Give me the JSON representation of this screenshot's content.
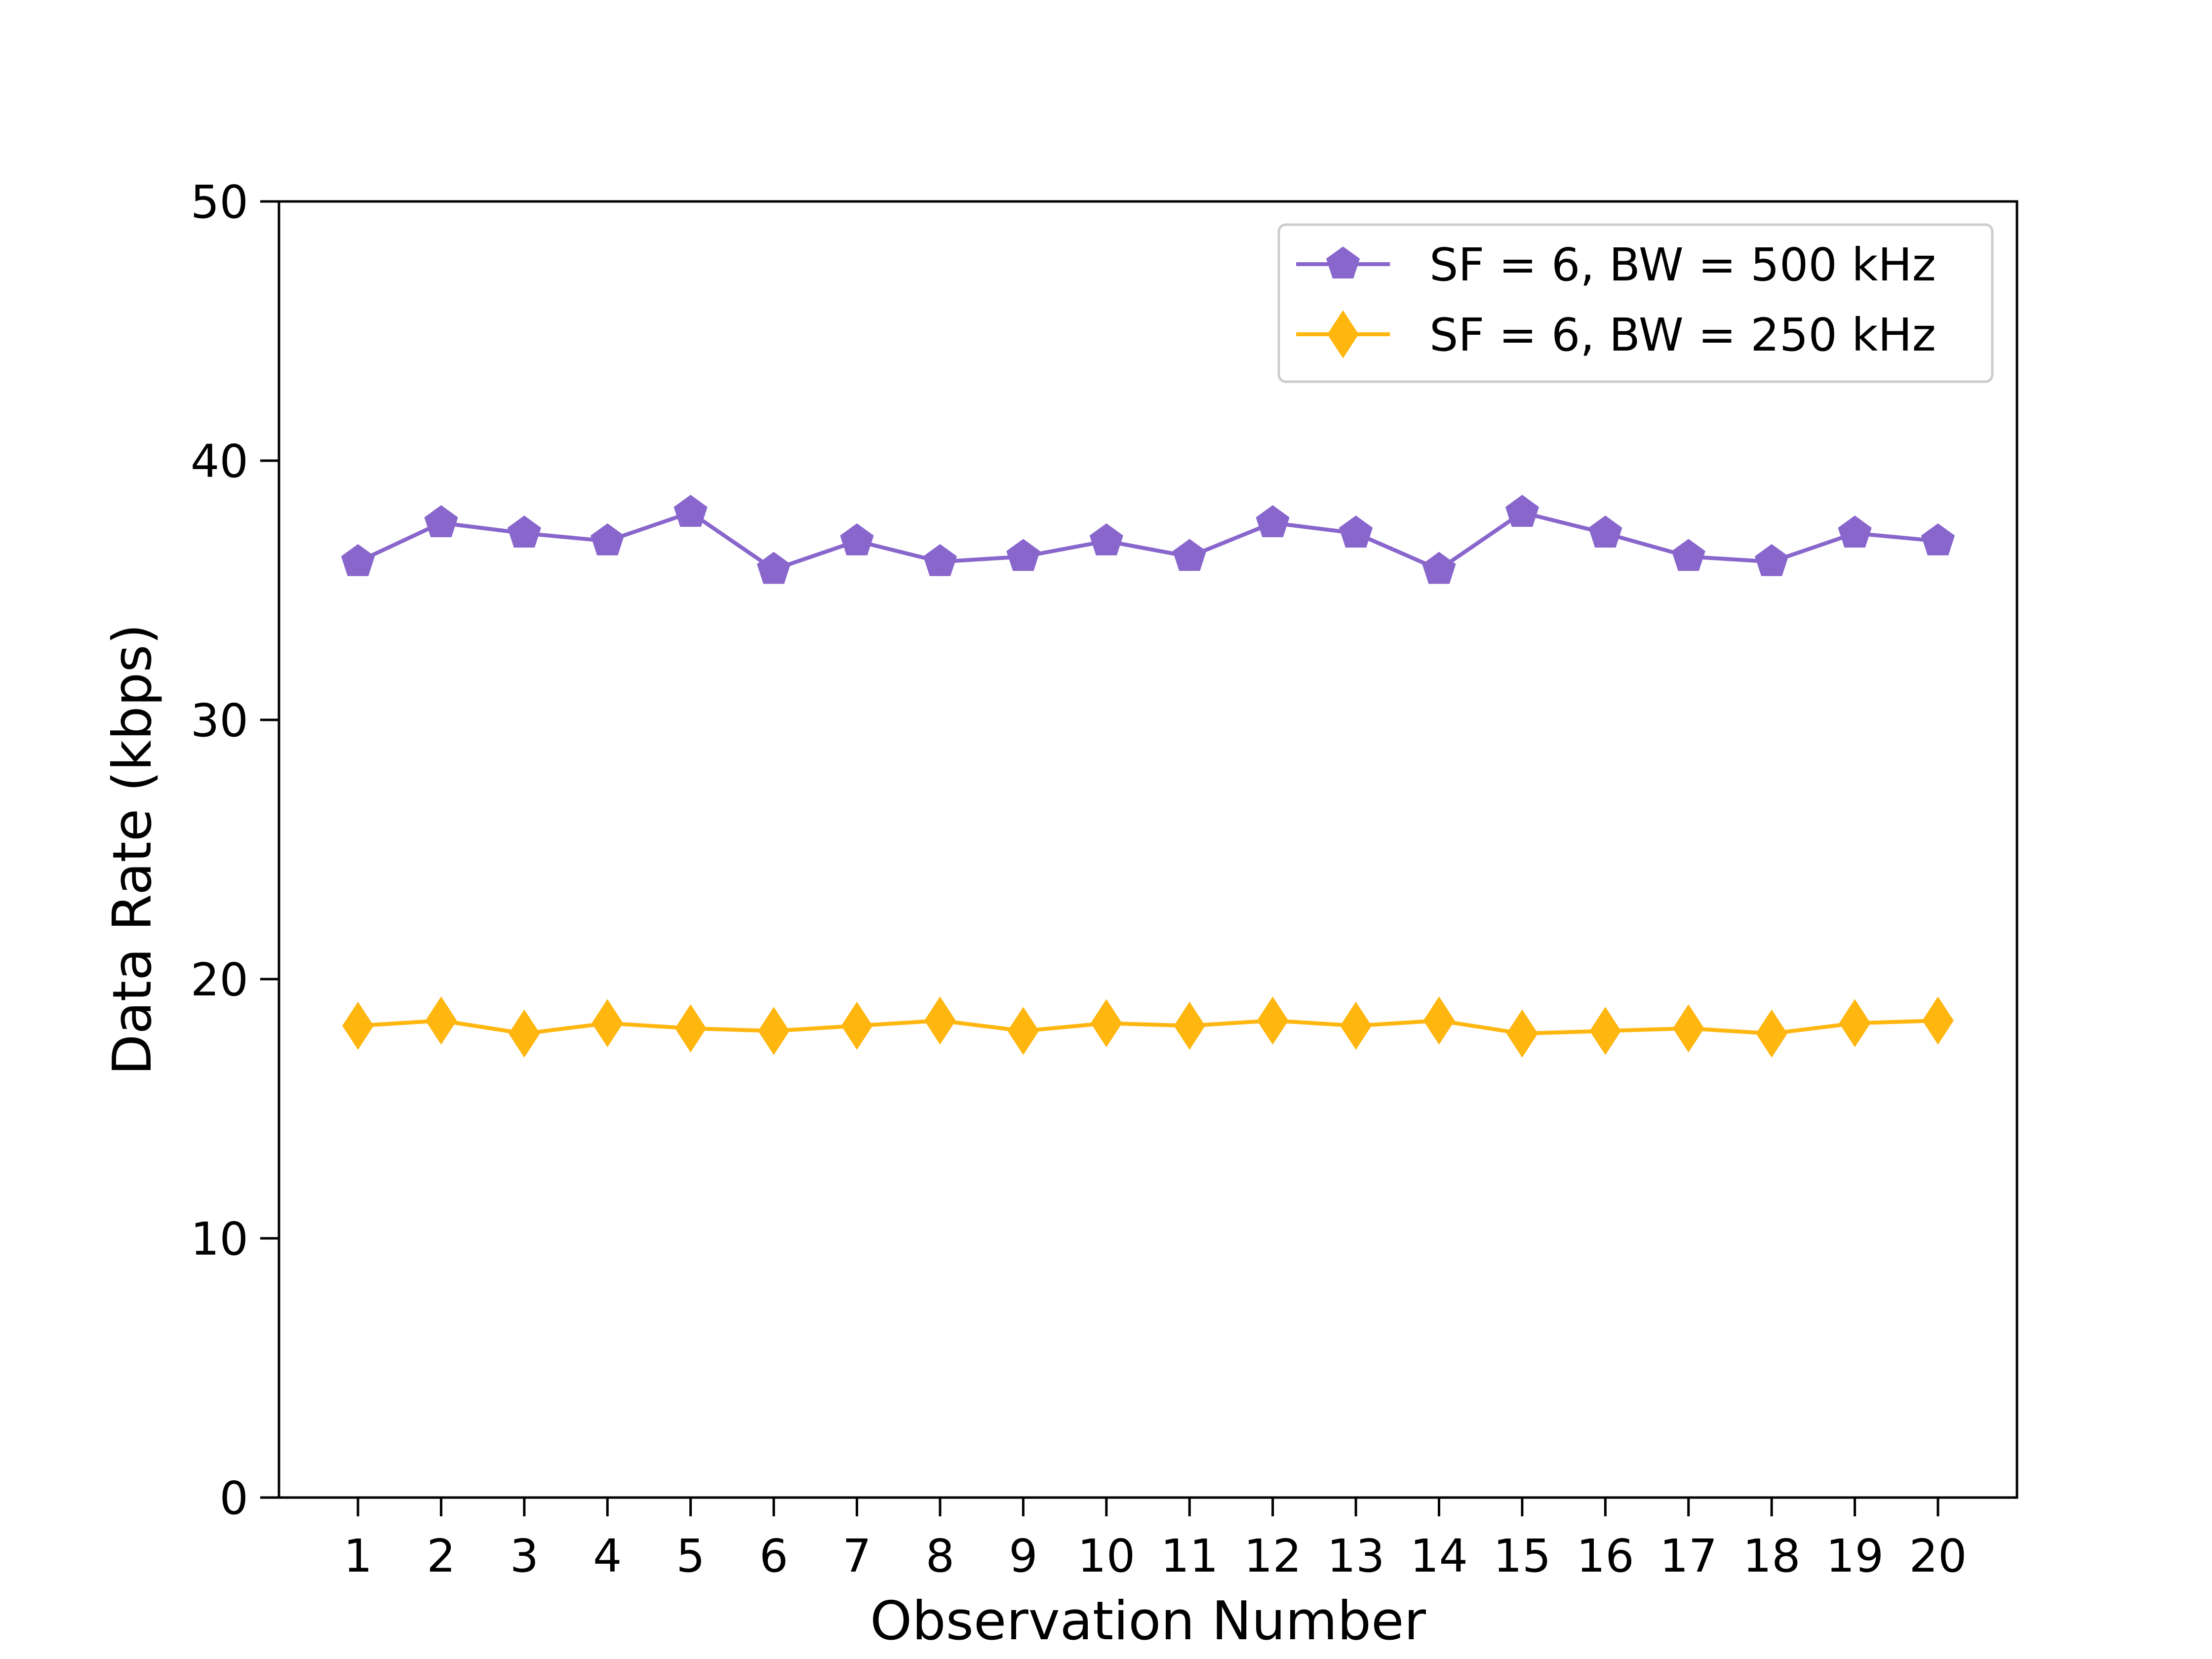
{
  "chart_data": {
    "type": "line",
    "title": "",
    "xlabel": "Observation Number",
    "ylabel": "Data Rate (kbps)",
    "x": [
      1,
      2,
      3,
      4,
      5,
      6,
      7,
      8,
      9,
      10,
      11,
      12,
      13,
      14,
      15,
      16,
      17,
      18,
      19,
      20
    ],
    "xticks": [
      "1",
      "2",
      "3",
      "4",
      "5",
      "6",
      "7",
      "8",
      "9",
      "10",
      "11",
      "12",
      "13",
      "14",
      "15",
      "16",
      "17",
      "18",
      "19",
      "20"
    ],
    "xlim": [
      0.05,
      20.95
    ],
    "ylim": [
      0,
      50
    ],
    "yticks": [
      "0",
      "10",
      "20",
      "30",
      "40",
      "50"
    ],
    "grid": false,
    "legend_position": "upper right",
    "series": [
      {
        "name": "SF = 6, BW = 500 kHz",
        "color": "#8866cc",
        "marker": "pentagon",
        "values": [
          36.1,
          37.6,
          37.2,
          36.9,
          38.0,
          35.8,
          36.9,
          36.1,
          36.3,
          36.9,
          36.3,
          37.6,
          37.2,
          35.8,
          38.0,
          37.2,
          36.3,
          36.1,
          37.2,
          36.9
        ]
      },
      {
        "name": "SF = 6, BW = 250 kHz",
        "color": "#ffb60f",
        "marker": "thin-diamond",
        "values": [
          18.2,
          18.4,
          17.9,
          18.3,
          18.1,
          18.0,
          18.2,
          18.4,
          18.0,
          18.3,
          18.2,
          18.4,
          18.2,
          18.4,
          17.9,
          18.0,
          18.1,
          17.9,
          18.3,
          18.4
        ]
      }
    ]
  }
}
